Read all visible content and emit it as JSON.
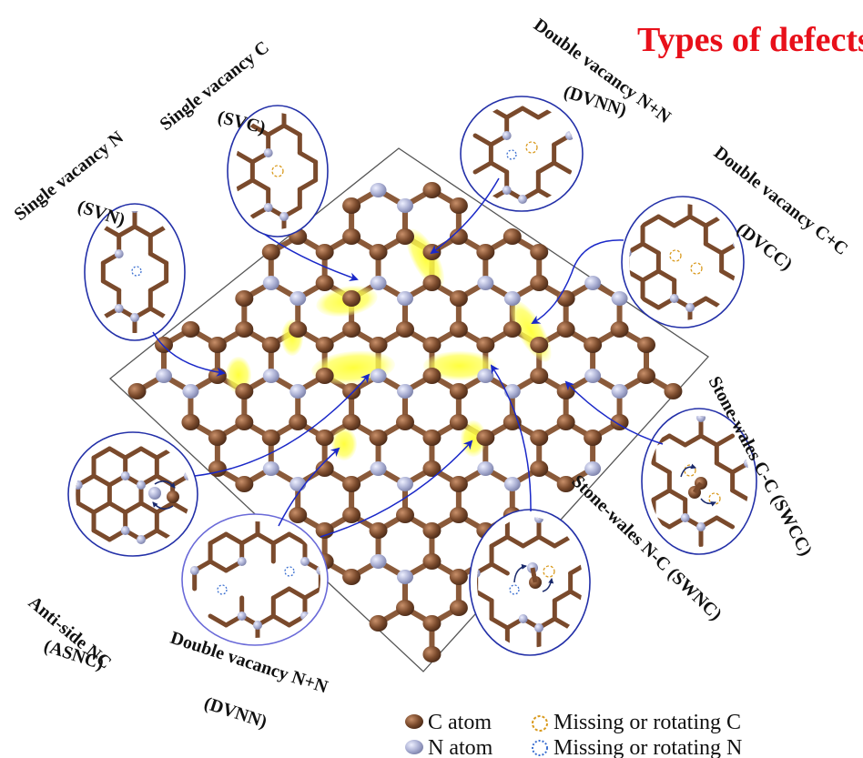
{
  "title": "Types of defects",
  "labels": {
    "sv_n": "Single vacancy N",
    "sv_n_abbr": "(SVN)",
    "sv_c": "Single vacancy C",
    "sv_c_abbr": "(SVC)",
    "dv_nn_top": "Double vacancy N+N",
    "dv_nn_top_abbr": "(DVNN)",
    "dv_cc": "Double vacancy C+C",
    "dv_cc_abbr": "(DVCC)",
    "sw_cc": "Stone-wales C-C (SWCC)",
    "sw_nc": "Stone-wales N-C (SWNC)",
    "as_nc": "Anti-side NC",
    "as_nc_abbr": "(ASNC)",
    "dv_nn_bottom": "Double vacancy N+N",
    "dv_nn_bottom_abbr": "(DVNN)"
  },
  "legend": {
    "c_atom": "C atom",
    "n_atom": "N atom",
    "missing_c": "Missing or rotating C",
    "missing_n": "Missing or rotating N"
  },
  "colors": {
    "carbon": "#7a4a2c",
    "nitrogen": "#a9aed2",
    "highlight": "#ffff33",
    "arrow": "#1a28c8",
    "missing_c": "#d99a1e",
    "missing_n": "#3b6fd0",
    "title": "#e8101a"
  }
}
